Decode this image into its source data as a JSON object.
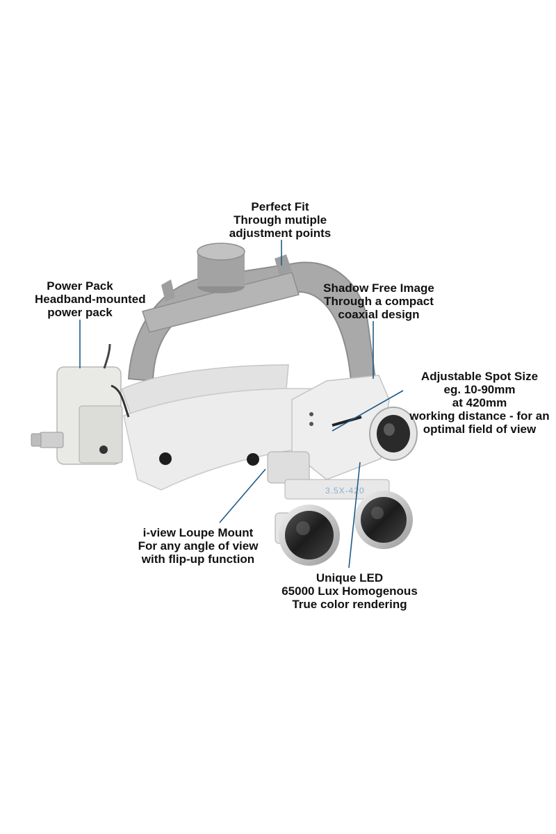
{
  "callouts": {
    "fit": {
      "line1": "Perfect Fit",
      "line2": "Through mutiple",
      "line3": "adjustment points"
    },
    "power": {
      "line1": "Power Pack",
      "line2": "Headband-mounted",
      "line3": "power pack"
    },
    "shadow": {
      "line1": "Shadow Free Image",
      "line2": "Through a compact",
      "line3": "coaxial design"
    },
    "spot": {
      "line1": "Adjustable Spot Size",
      "line2": "eg. 10-90mm",
      "line3": "at 420mm",
      "line4": "working distance - for an",
      "line5": "optimal field of view"
    },
    "mount": {
      "line1": "i-view Loupe Mount",
      "line2": "For any angle of view",
      "line3": "with flip-up function"
    },
    "led": {
      "line1": "Unique LED",
      "line2": "65000 Lux Homogenous",
      "line3": "True color rendering"
    }
  },
  "product": {
    "magnification_label": "3.5X-420"
  },
  "colors": {
    "leader_line": "#1f5a86",
    "band_grey": "#a9a9a9",
    "strap_white": "#ebebeb",
    "text": "#111111"
  }
}
